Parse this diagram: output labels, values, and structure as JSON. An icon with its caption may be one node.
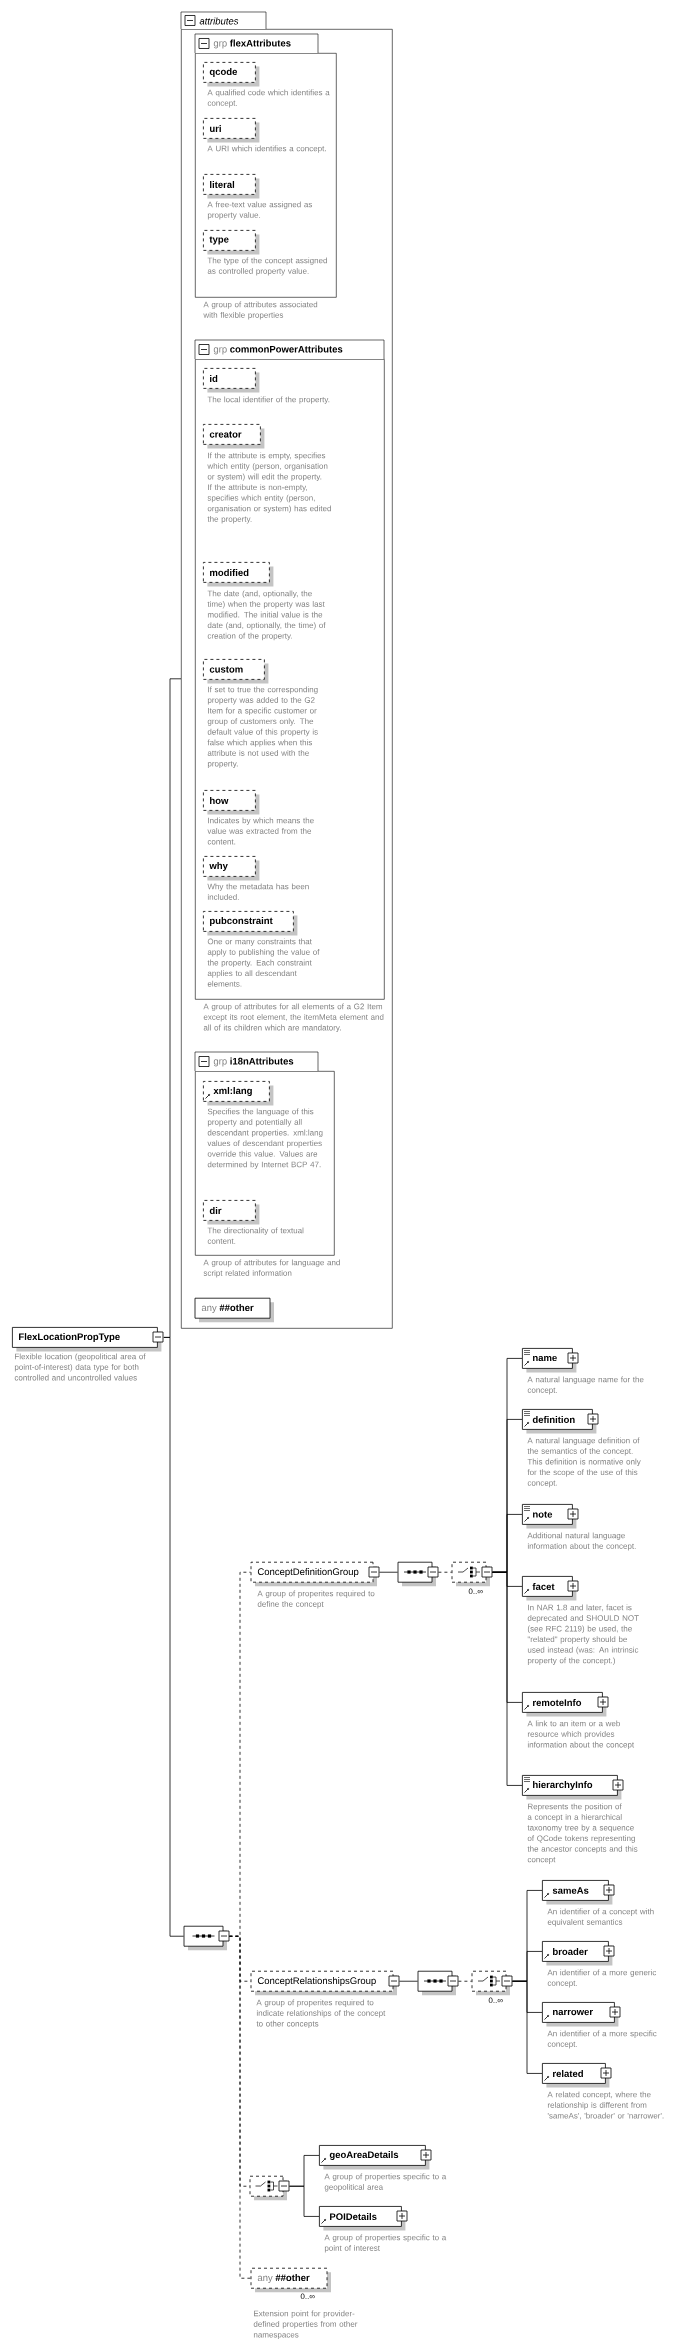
{
  "diagram": {
    "nodes": [
      {
        "text": [
          "FlexLocationPropType"
        ],
        "beside": [
          "Flexible location (geopolitical area of point-of-interest) data type for both controlled and uncontrolled values"
        ]
      },
      {
        "text": [
          "attributes"
        ]
      },
      {
        "text": [
          "grp",
          "flexAttributes"
        ],
        "in": 1,
        "beside": [
          "A group of attributes associated with flexible properties"
        ]
      },
      {
        "text": [
          "qcode"
        ],
        "in": 2,
        "beside": [
          "A qualified code which identifies a concept."
        ]
      },
      {
        "text": [
          "uri"
        ],
        "in": 2,
        "beside": [
          "A URI which identifies a concept."
        ]
      },
      {
        "text": [
          "literal"
        ],
        "in": 2,
        "beside": [
          "A free-text value assigned as property value."
        ]
      },
      {
        "text": [
          "type"
        ],
        "in": 2,
        "beside": [
          "The type of the concept assigned as controlled property value."
        ]
      },
      {
        "text": [
          "grp",
          "commonPowerAttributes"
        ],
        "in": 1,
        "beside": [
          "A group of attributes for all elements of a G2 Item except its root element, the itemMeta element and all of its children which are mandatory."
        ]
      },
      {
        "text": [
          "id"
        ],
        "in": 7,
        "beside": [
          "The local identifier of the property."
        ]
      },
      {
        "text": [
          "creator"
        ],
        "in": 7,
        "beside": [
          "If the attribute is empty, specifies which entity (person, organisation or system) will edit the property. If the attribute is non-empty, specifies which entity (person, organisation or system) has edited the property."
        ]
      },
      {
        "text": [
          "modified"
        ],
        "in": 7,
        "beside": [
          "The date (and, optionally, the time) when the property was last modified. The initial value is the date (and, optionally, the time) of creation of the property."
        ]
      },
      {
        "text": [
          "custom"
        ],
        "in": 7,
        "beside": [
          "If set to true the corresponding property was added to the G2 Item for a specific customer or group of customers only. The default value of this property is false which applies when this attribute is not used with the property."
        ]
      },
      {
        "text": [
          "how"
        ],
        "in": 7,
        "beside": [
          "Indicates by which means the value was extracted from the content."
        ]
      },
      {
        "text": [
          "why"
        ],
        "in": 7,
        "beside": [
          "Why the metadata has been included."
        ]
      },
      {
        "text": [
          "pubconstraint"
        ],
        "in": 7,
        "beside": [
          "One or many constraints that apply to publishing the value of the property. Each constraint applies to all descendant elements."
        ]
      },
      {
        "text": [
          "grp",
          "i18nAttributes"
        ],
        "in": 1,
        "beside": [
          "A group of attributes for language and script related information"
        ]
      },
      {
        "text": [
          "xml:lang"
        ],
        "in": 15,
        "beside": [
          "Specifies the language of this property and potentially all descendant properties. xml:lang values of descendant properties override this value. Values are determined by Internet BCP 47."
        ]
      },
      {
        "text": [
          "dir"
        ],
        "in": 15,
        "beside": [
          "The directionality of textual content."
        ]
      },
      {
        "text": [
          "any",
          "##other"
        ],
        "in": 1
      },
      {
        "text": [],
        "shape": "octagon"
      },
      {
        "text": [
          "ConceptDefinitionGroup"
        ],
        "beside": [
          "A group of properites required to define the concept"
        ]
      },
      {
        "text": [],
        "shape": "octagon"
      },
      {
        "text": [],
        "shape": "octagon",
        "beside": [
          "0..∞"
        ]
      },
      {
        "text": [
          "name"
        ],
        "beside": [
          "A natural language name for the concept."
        ]
      },
      {
        "text": [
          "definition"
        ],
        "beside": [
          "A natural language definition of the semantics of the concept. This definition is normative only for the scope of the use of this concept."
        ]
      },
      {
        "text": [
          "note"
        ],
        "beside": [
          "Additional natural language information about the concept."
        ]
      },
      {
        "text": [
          "facet"
        ],
        "beside": [
          "In NAR 1.8 and later, facet is deprecated and SHOULD NOT (see RFC 2119) be used, the \"related\" property should be used instead (was: An intrinsic property of the concept.)"
        ]
      },
      {
        "text": [
          "remoteInfo"
        ],
        "beside": [
          "A link to an item or a web resource which provides information about the concept"
        ]
      },
      {
        "text": [
          "hierarchyInfo"
        ],
        "beside": [
          "Represents the position of a concept in a hierarchical taxonomy tree by a sequence of QCode tokens representing the ancestor concepts and this concept"
        ]
      },
      {
        "text": [
          "ConceptRelationshipsGroup"
        ],
        "beside": [
          "A group of properites required to indicate relationships of the concept to other concepts"
        ]
      },
      {
        "text": [],
        "shape": "octagon"
      },
      {
        "text": [],
        "shape": "octagon",
        "beside": [
          "0..∞"
        ]
      },
      {
        "text": [
          "sameAs"
        ],
        "beside": [
          "An identifier of a concept with equivalent semantics"
        ]
      },
      {
        "text": [
          "broader"
        ],
        "beside": [
          "An identifier of a more generic concept."
        ]
      },
      {
        "text": [
          "narrower"
        ],
        "beside": [
          "An identifier of a more specific concept."
        ]
      },
      {
        "text": [
          "related"
        ],
        "beside": [
          "A related concept, where the relationship is different from 'sameAs', 'broader' or 'narrower'."
        ]
      },
      {
        "text": [],
        "shape": "octagon"
      },
      {
        "text": [
          "geoAreaDetails"
        ],
        "beside": [
          "A group of properties specific to a geopolitical area"
        ]
      },
      {
        "text": [
          "POIDetails"
        ],
        "beside": [
          "A group of properties specific to a point of interest"
        ]
      },
      {
        "text": [
          "any",
          "##other"
        ],
        "beside": [
          "0..∞",
          "Extension point for provider-defined properties from other namespaces"
        ]
      }
    ],
    "edges": [
      {
        "from": 0,
        "to": 1,
        "arrow": "none"
      },
      {
        "from": 0,
        "to": 19,
        "arrow": "none"
      },
      {
        "from": 19,
        "to": 20,
        "arrow": "none",
        "style": "dashed"
      },
      {
        "from": 19,
        "to": 29,
        "arrow": "none",
        "style": "dashed"
      },
      {
        "from": 19,
        "to": 36,
        "arrow": "none",
        "style": "dashed"
      },
      {
        "from": 19,
        "to": 39,
        "arrow": "none",
        "style": "dashed"
      },
      {
        "from": 20,
        "to": 21,
        "arrow": "none"
      },
      {
        "from": 21,
        "to": 22,
        "arrow": "none",
        "style": "dashed"
      },
      {
        "from": 22,
        "to": 23,
        "arrow": "none"
      },
      {
        "from": 22,
        "to": 24,
        "arrow": "none"
      },
      {
        "from": 22,
        "to": 25,
        "arrow": "none"
      },
      {
        "from": 22,
        "to": 26,
        "arrow": "none"
      },
      {
        "from": 22,
        "to": 27,
        "arrow": "none"
      },
      {
        "from": 22,
        "to": 28,
        "arrow": "none"
      },
      {
        "from": 29,
        "to": 30,
        "arrow": "none"
      },
      {
        "from": 30,
        "to": 31,
        "arrow": "none",
        "style": "dashed"
      },
      {
        "from": 31,
        "to": 32,
        "arrow": "none"
      },
      {
        "from": 31,
        "to": 33,
        "arrow": "none"
      },
      {
        "from": 31,
        "to": 34,
        "arrow": "none"
      },
      {
        "from": 31,
        "to": 35,
        "arrow": "none"
      },
      {
        "from": 36,
        "to": 37,
        "arrow": "none"
      },
      {
        "from": 36,
        "to": 38,
        "arrow": "none"
      }
    ]
  }
}
